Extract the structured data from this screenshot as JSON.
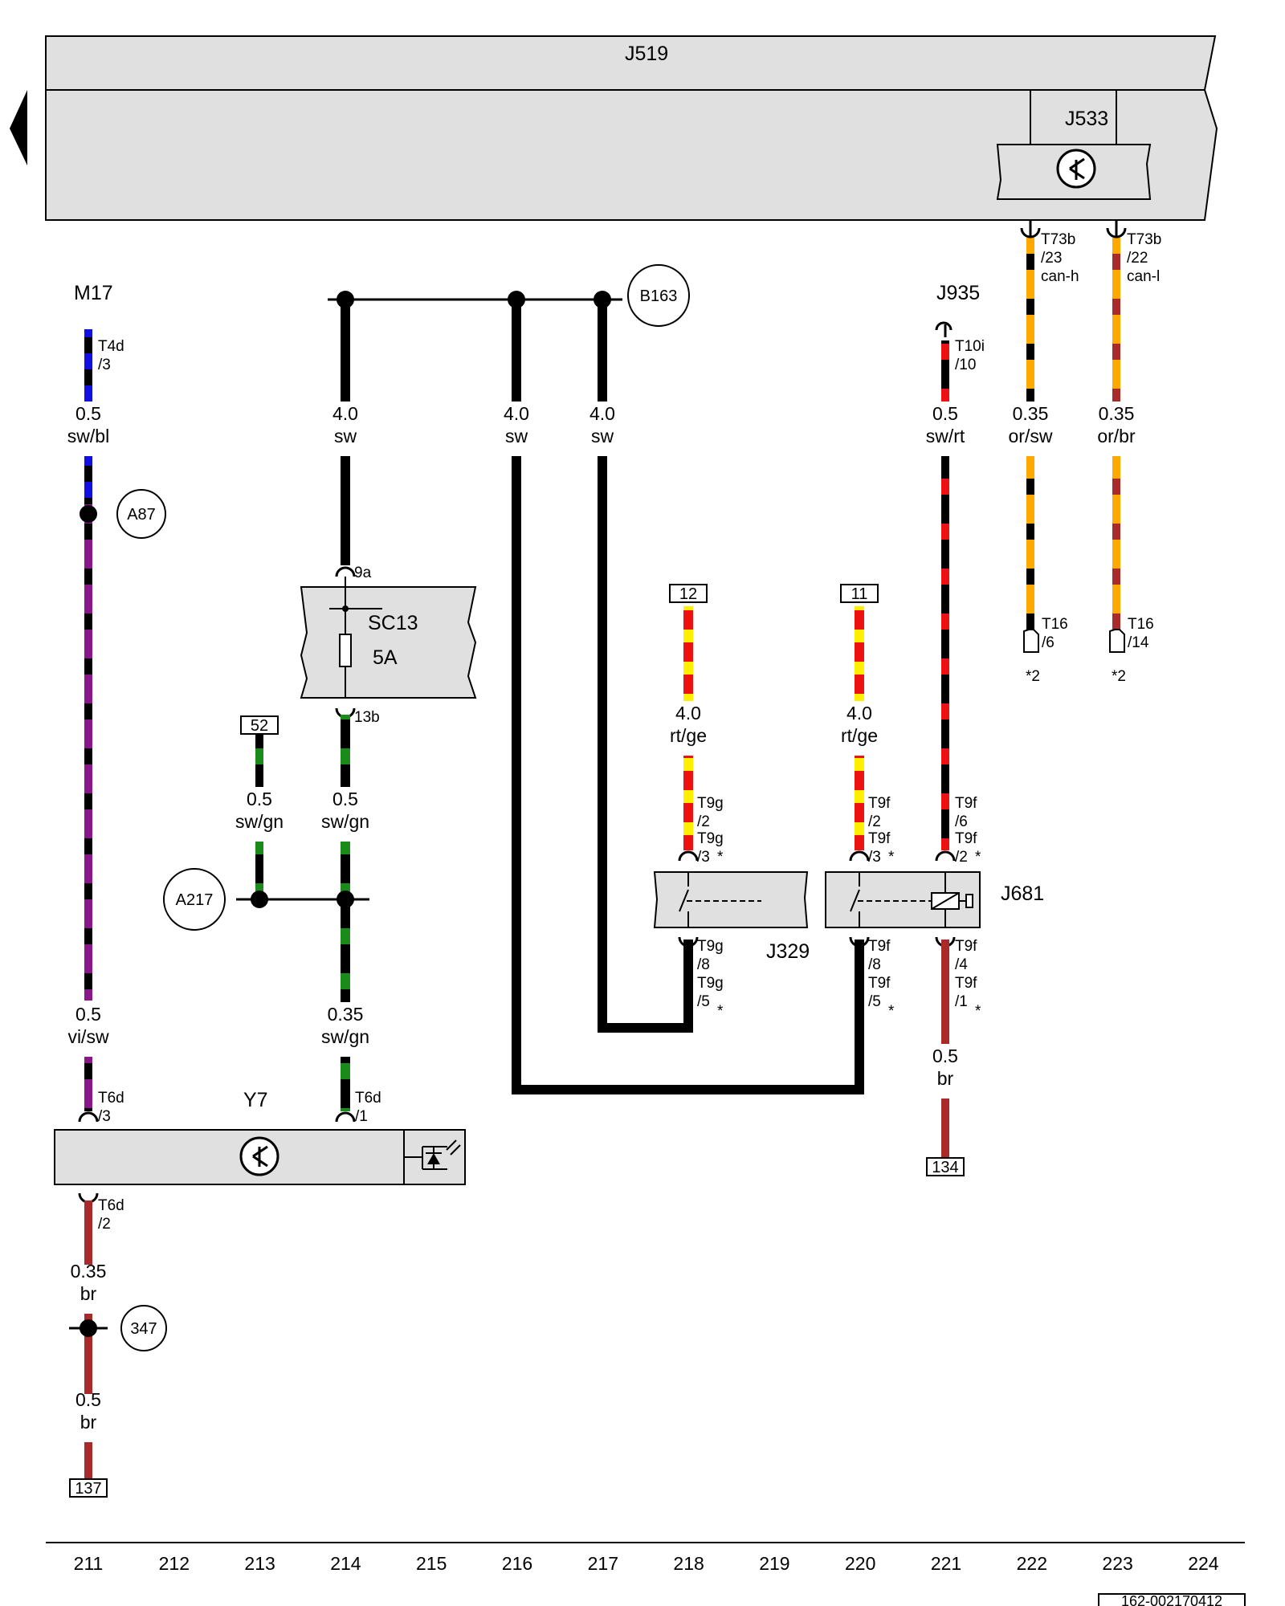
{
  "components": {
    "j519": "J519",
    "j533": "J533",
    "m17": "M17",
    "j935": "J935",
    "sc13": "SC13",
    "fuse_rating": "5A",
    "y7": "Y7",
    "j329": "J329",
    "j681": "J681"
  },
  "connection_points": {
    "b163": "B163",
    "a87": "A87",
    "a217": "A217",
    "p347": "347"
  },
  "references": {
    "r12": "12",
    "r11": "11",
    "r52": "52",
    "r134": "134",
    "r137": "137"
  },
  "wires": {
    "m17": {
      "gauge": "0.5",
      "color": "sw/bl"
    },
    "m17_lower": {
      "gauge": "0.5",
      "color": "vi/sw"
    },
    "b163_a": {
      "gauge": "4.0",
      "color": "sw"
    },
    "b163_b": {
      "gauge": "4.0",
      "color": "sw"
    },
    "b163_c": {
      "gauge": "4.0",
      "color": "sw"
    },
    "j935": {
      "gauge": "0.5",
      "color": "sw/rt"
    },
    "can_h": {
      "gauge": "0.35",
      "color": "or/sw"
    },
    "can_l": {
      "gauge": "0.35",
      "color": "or/br"
    },
    "r12": {
      "gauge": "4.0",
      "color": "rt/ge"
    },
    "r11": {
      "gauge": "4.0",
      "color": "rt/ge"
    },
    "r52": {
      "gauge": "0.5",
      "color": "sw/gn"
    },
    "sc13_out": {
      "gauge": "0.5",
      "color": "sw/gn"
    },
    "y7_in": {
      "gauge": "0.35",
      "color": "sw/gn"
    },
    "j681_out": {
      "gauge": "0.5",
      "color": "br"
    },
    "y7_gnd1": {
      "gauge": "0.35",
      "color": "br"
    },
    "y7_gnd2": {
      "gauge": "0.5",
      "color": "br"
    }
  },
  "pins": {
    "t73b_23": "T73b",
    "t73b_23_n": "/23",
    "can_h": "can-h",
    "t73b_22": "T73b",
    "t73b_22_n": "/22",
    "can_l": "can-l",
    "t4d": "T4d",
    "t4d_n": "/3",
    "t10i": "T10i",
    "t10i_n": "/10",
    "sc13_in": "9a",
    "sc13_out": "13b",
    "t16_6": "T16",
    "t16_6_n": "/6",
    "t16_14": "T16",
    "t16_14_n": "/14",
    "note_a": "*2",
    "note_b": "*2",
    "j329_in1": "T9g",
    "j329_in1_n": "/2",
    "j329_in2": "T9g",
    "j329_in2_n": "/3",
    "j329_out1": "T9g",
    "j329_out1_n": "/8",
    "j329_out2": "T9g",
    "j329_out2_n": "/5",
    "j681_in1": "T9f",
    "j681_in1_n": "/2",
    "j681_in2": "T9f",
    "j681_in2_n": "/3",
    "j681_out1": "T9f",
    "j681_out1_n": "/8",
    "j681_out2": "T9f",
    "j681_out2_n": "/5",
    "j681_coil_in1": "T9f",
    "j681_coil_in1_n": "/6",
    "j681_coil_in2": "T9f",
    "j681_coil_in2_n": "/2",
    "j681_coil_out1": "T9f",
    "j681_coil_out1_n": "/4",
    "j681_coil_out2": "T9f",
    "j681_coil_out2_n": "/1",
    "t6d_3": "T6d",
    "t6d_3_n": "/3",
    "t6d_1": "T6d",
    "t6d_1_n": "/1",
    "t6d_2": "T6d",
    "t6d_2_n": "/2",
    "asterisk": "*"
  },
  "columns": [
    "211",
    "212",
    "213",
    "214",
    "215",
    "216",
    "217",
    "218",
    "219",
    "220",
    "221",
    "222",
    "223",
    "224"
  ],
  "document_id": "162-002170412",
  "colors": {
    "sw": "#000000",
    "bl": "#1010e0",
    "vi": "#8a168a",
    "rt": "#ee1111",
    "ge": "#ffee00",
    "gn": "#1a8a1a",
    "or": "#ffa800",
    "br": "#aa2a2a",
    "housing": "#e0e0e0"
  }
}
